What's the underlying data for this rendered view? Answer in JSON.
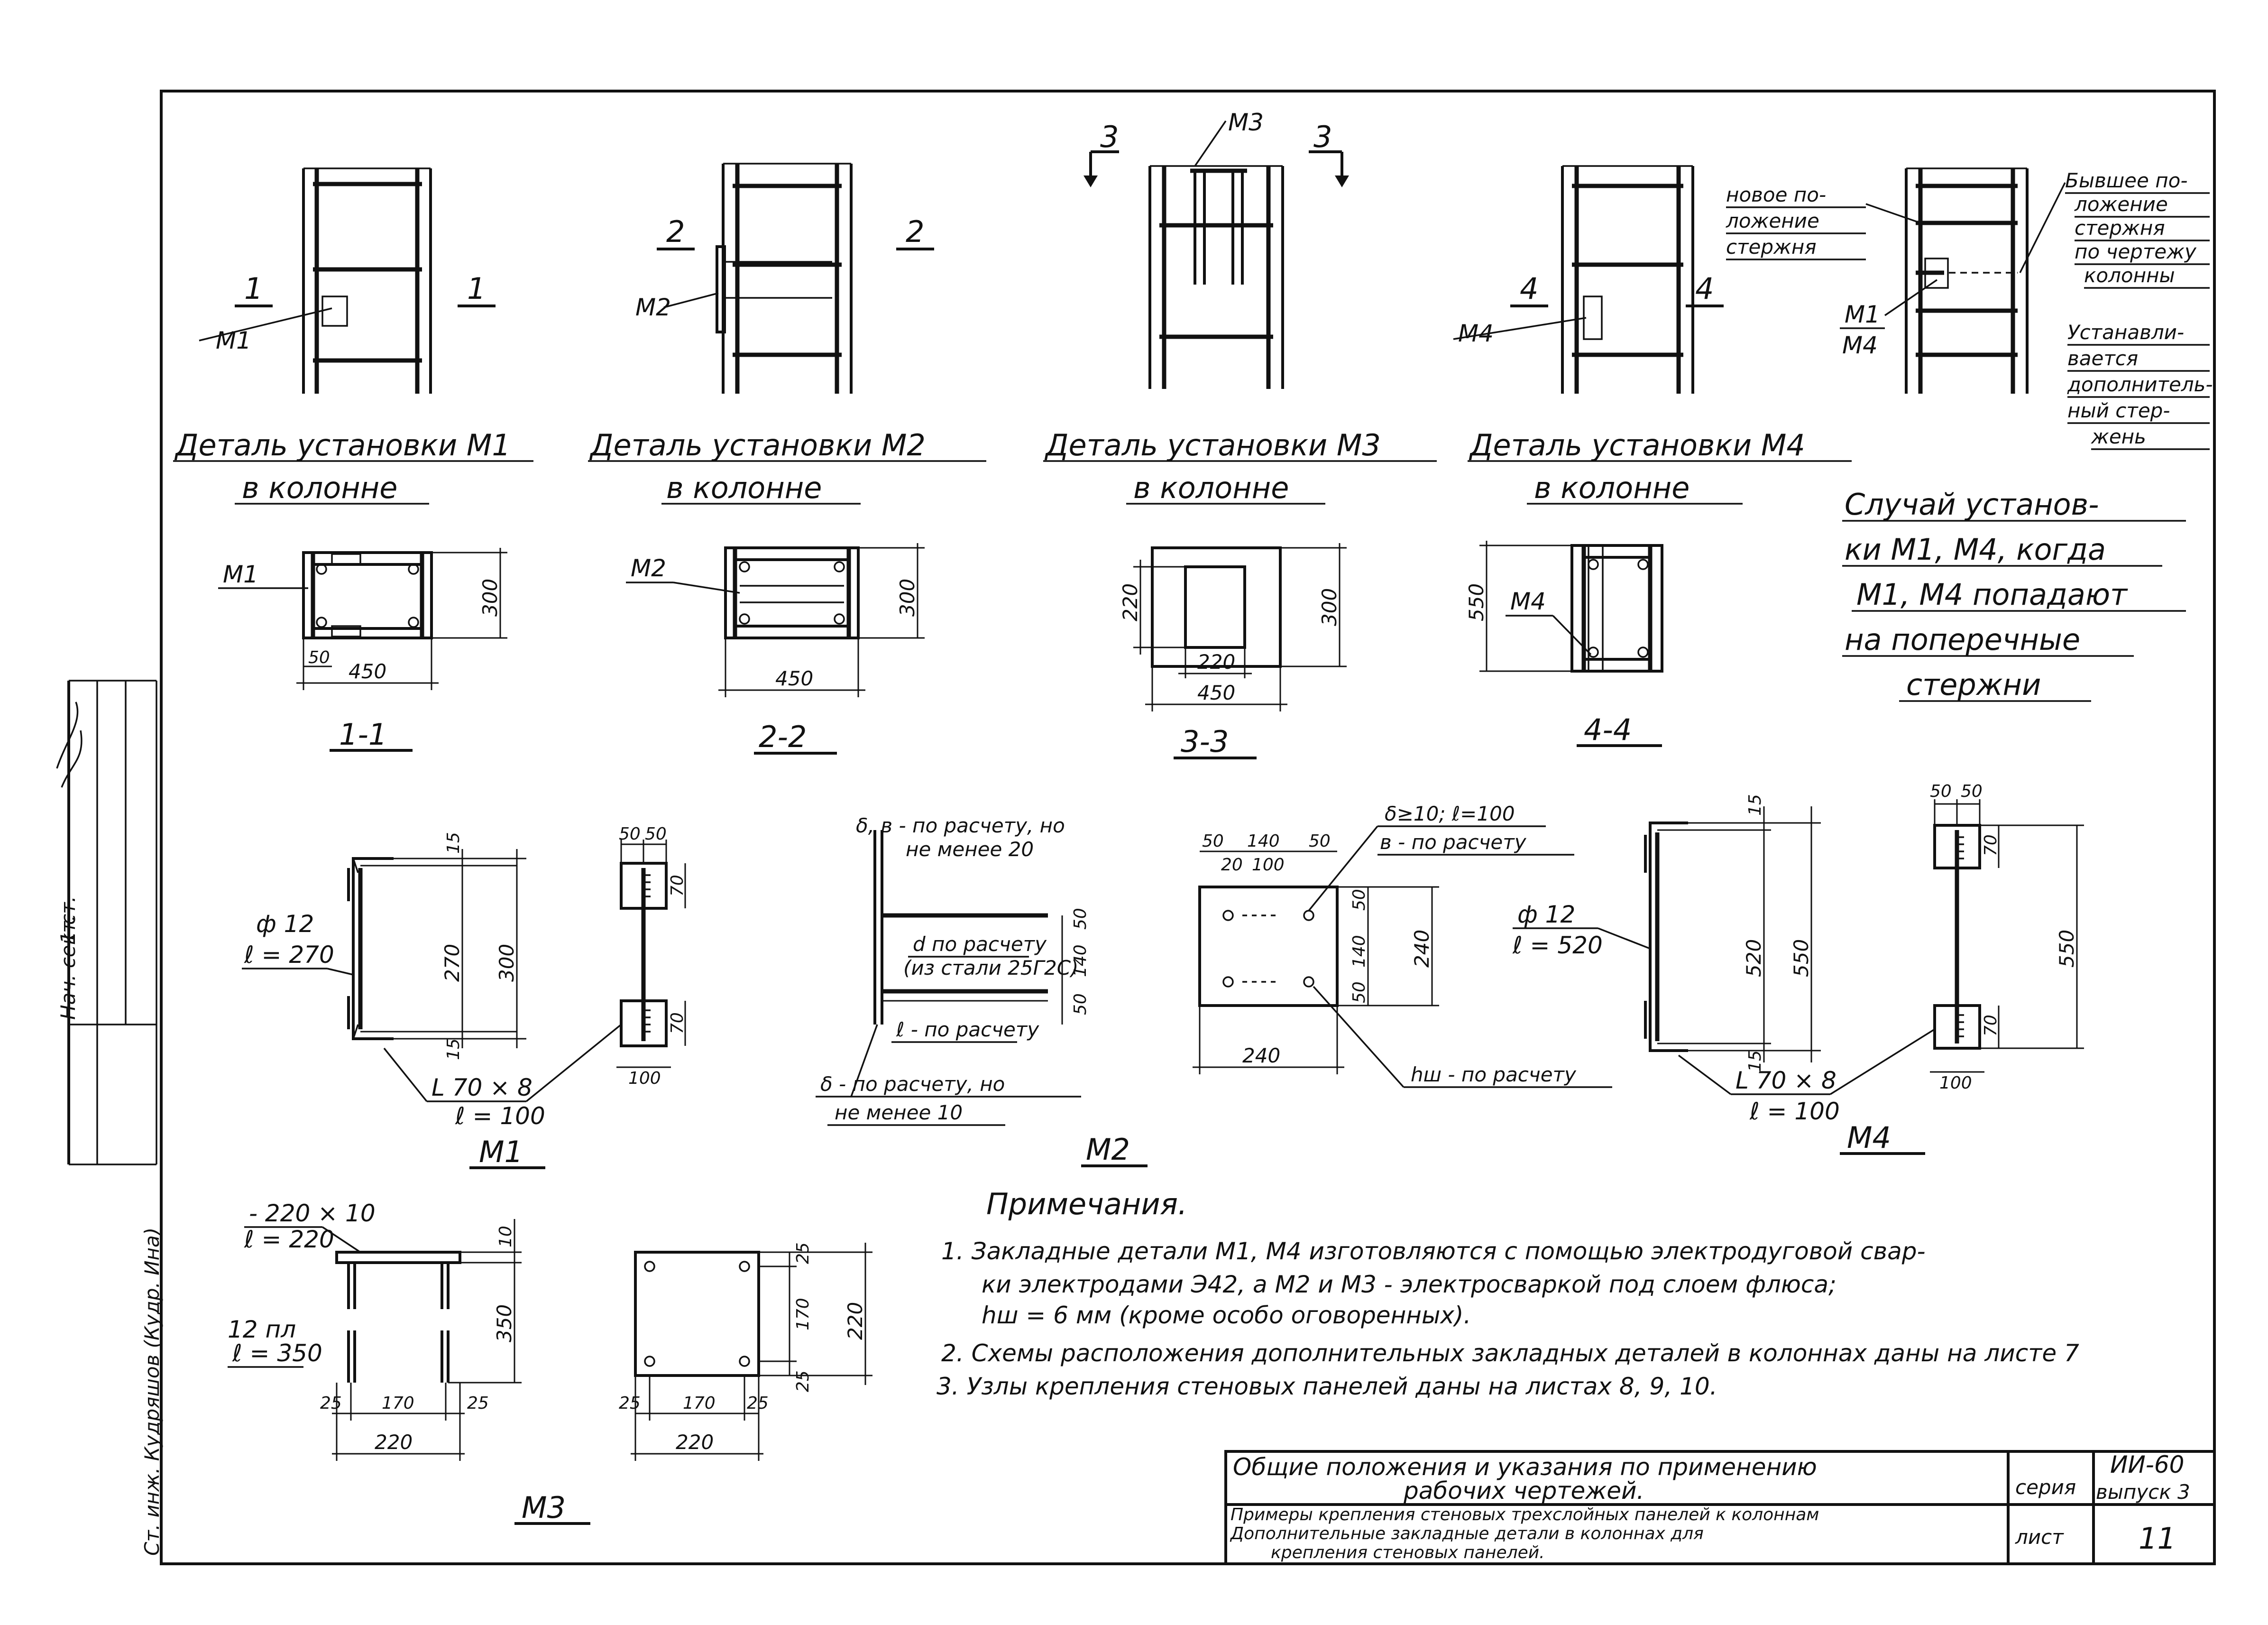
{
  "details": {
    "d1": {
      "title1": "Деталь установки М1",
      "title2": "в колонне",
      "cut": "1",
      "tag": "М1"
    },
    "d2": {
      "title1": "Деталь установки М2",
      "title2": "в колонне",
      "cut": "2",
      "tag": "М2"
    },
    "d3": {
      "title1": "Деталь установки М3",
      "title2": "в колонне",
      "cut": "3",
      "tag": "М3"
    },
    "d4": {
      "title1": "Деталь установки М4",
      "title2": "в колонне",
      "cut": "4",
      "tag": "М4"
    }
  },
  "case_block": {
    "label_new": [
      "новое по-",
      "ложение",
      "стержня"
    ],
    "label_old": [
      "Бывшее по-",
      "ложение",
      "стержня",
      "по чертежу",
      "колонны"
    ],
    "label_add": [
      "Устанавли-",
      "вается",
      "дополнитель-",
      "ный стер-",
      "жень"
    ],
    "tag_top": "М1",
    "tag_bottom": "М4",
    "caption": [
      "Случай установ-",
      "ки М1, М4, когда",
      "М1, М4 попадают",
      "на поперечные",
      "стержни"
    ]
  },
  "sections": {
    "s11": {
      "title": "1-1",
      "tag": "М1",
      "dim_h": "300",
      "dim_w": "450",
      "dim_off": "50"
    },
    "s22": {
      "title": "2-2",
      "tag": "М2",
      "dim_h": "300",
      "dim_w": "450"
    },
    "s33": {
      "title": "3-3",
      "dim_h": "300",
      "dim_h2": "220",
      "dim_w": "450",
      "dim_w2": "220"
    },
    "s44": {
      "title": "4-4",
      "tag": "М4",
      "dim_h": "550"
    }
  },
  "parts": {
    "m1": {
      "title": "М1",
      "bar": [
        "ф 12",
        "ℓ = 270"
      ],
      "angle": [
        "L 70 × 8",
        "ℓ = 100"
      ],
      "d15a": "15",
      "d270": "270",
      "d300": "300",
      "d15b": "15",
      "d50a": "50",
      "d50b": "50",
      "d70a": "70",
      "d70b": "70",
      "d100": "100"
    },
    "m2": {
      "title": "М2",
      "note_top": [
        "δ, в - по расчету, но",
        "не менее 20"
      ],
      "note_d": [
        "d по расчету",
        "(из стали 25Г2С)"
      ],
      "note_l": "ℓ - по расчету",
      "note_bot": [
        "δ - по расчету, но",
        "не менее 10"
      ],
      "d50a": "50",
      "d140": "140",
      "d50b": "50"
    },
    "m2plate": {
      "note1": "δ≥10; ℓ=100",
      "note2": "в - по расчету",
      "note3": "hш - по расчету",
      "d50a": "50",
      "d140": "140",
      "d50b": "50",
      "d20": "20",
      "d100": "100",
      "v50a": "50",
      "v140": "140",
      "v50b": "50",
      "v240": "240",
      "h240": "240"
    },
    "m4": {
      "title": "М4",
      "bar": [
        "ф 12",
        "ℓ = 520"
      ],
      "angle": [
        "L 70 × 8",
        "ℓ = 100"
      ],
      "d15a": "15",
      "d520": "520",
      "d550": "550",
      "d15b": "15",
      "d50a": "50",
      "d50b": "50",
      "d70a": "70",
      "d70b": "70",
      "d100": "100",
      "d550b": "550"
    },
    "m3": {
      "title": "М3",
      "plate": [
        "- 220 × 10",
        "ℓ = 220"
      ],
      "bars": [
        "12 пл",
        "ℓ = 350"
      ],
      "d10": "10",
      "d350": "350",
      "d25a": "25",
      "d170": "170",
      "d25b": "25",
      "d220": "220",
      "p25a": "25",
      "p170": "170",
      "p25b": "25",
      "p220": "220",
      "v25a": "25",
      "v170": "170",
      "v25b": "25",
      "v220": "220"
    }
  },
  "notes": {
    "heading": "Примечания.",
    "n1a": "1. Закладные детали М1, М4 изготовляются с помощью электродуговой свар-",
    "n1b": "ки электродами Э42, а М2 и М3 - электросваркой под слоем флюса;",
    "n1c": "hш = 6 мм (кроме особо оговоренных).",
    "n2": "2. Схемы расположения дополнительных закладных деталей в колоннах даны на листе 7",
    "n3": "3. Узлы крепления стеновых панелей даны на листах 8, 9, 10."
  },
  "title_block": {
    "row1": [
      "Общие положения и указания по применению",
      "рабочих чертежей."
    ],
    "row2": [
      "Примеры крепления стеновых трехслойных панелей к колоннам",
      "Дополнительные закладные детали в колоннах для",
      "крепления стеновых панелей."
    ],
    "seria_label": "серия",
    "seria_value": "ИИ-60",
    "vypusk": "выпуск 3",
    "list_label": "лист",
    "list_value": "11"
  },
  "side_stamp": {
    "nach": "Нач. сект.",
    "num": "1 ст.",
    "inzh": "Ст. инж. Кудряшов (Кудр. Ина)"
  }
}
